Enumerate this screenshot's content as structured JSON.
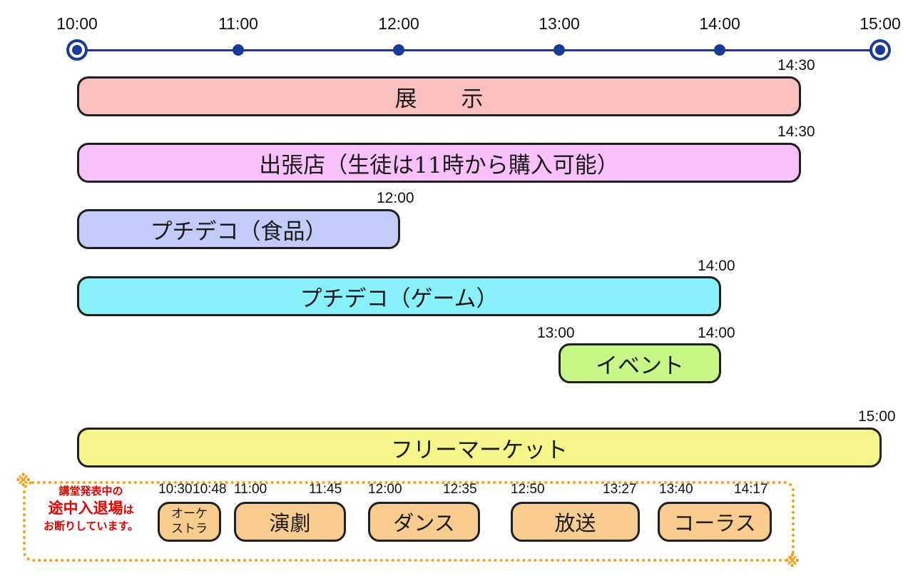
{
  "timeline": {
    "ticks": [
      "10:00",
      "11:00",
      "12:00",
      "13:00",
      "14:00",
      "15:00"
    ]
  },
  "bars": [
    {
      "label": "展　　示",
      "start_label": "",
      "end_label": "14:30",
      "color": "#fcc0c0"
    },
    {
      "label": "出張店（生徒は11時から購入可能）",
      "start_label": "",
      "end_label": "14:30",
      "color": "#f9c0fb"
    },
    {
      "label": "プチデコ（食品）",
      "start_label": "",
      "end_label": "12:00",
      "color": "#c3cbfb"
    },
    {
      "label": "プチデコ（ゲーム）",
      "start_label": "",
      "end_label": "14:00",
      "color": "#88f1fb"
    },
    {
      "label": "イベント",
      "start_label": "13:00",
      "end_label": "14:00",
      "color": "#c6f787"
    },
    {
      "label": "フリーマーケット",
      "start_label": "",
      "end_label": "15:00",
      "color": "#f5f78a"
    }
  ],
  "note": {
    "line1": "講堂発表中の",
    "line2_bold": "途中入退場",
    "line2_tail": "は",
    "line3": "お断りしています。",
    "mark": "※"
  },
  "stage": [
    {
      "label_line1": "オーケ",
      "label_line2": "ストラ",
      "start": "10:30",
      "end": "10:48"
    },
    {
      "label": "演劇",
      "start": "11:00",
      "end": "11:45"
    },
    {
      "label": "ダンス",
      "start": "12:00",
      "end": "12:35"
    },
    {
      "label": "放送",
      "start": "12:50",
      "end": "13:27"
    },
    {
      "label": "コーラス",
      "start": "13:40",
      "end": "14:17"
    }
  ],
  "colors": {
    "axis": "#1a3a9a",
    "stage": "#f8cc8e",
    "frame": "#f3a11d",
    "note": "#e00000"
  }
}
